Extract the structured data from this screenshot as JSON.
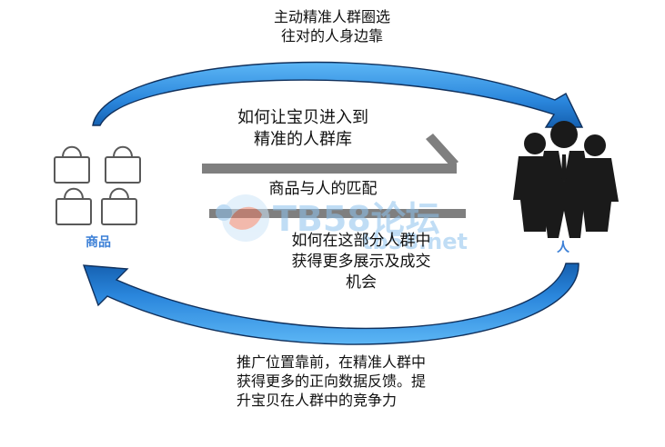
{
  "top_note": [
    "主动精准人群圈选",
    "往对的人身边靠"
  ],
  "goal": [
    "如何让宝贝进入到",
    "精准的人群库"
  ],
  "match_label": "商品与人的匹配",
  "question": [
    "如何在这部分人群中",
    "获得更多展示及成交",
    "机会"
  ],
  "bottom_note": [
    "推广位置靠前，在精准人群中",
    "获得更多的正向数据反馈。提",
    "升宝贝在人群中的竞争力"
  ],
  "left_label": "商品",
  "right_label": "人",
  "watermark": {
    "main": "TB58论坛",
    "sub": "tb58.net"
  },
  "colors": {
    "arrow_blue": "#2f8fe0",
    "arrow_dark": "#10305c",
    "bar_gray": "#7f7f7f",
    "label_blue": "#3b7fd6"
  },
  "icons": {
    "left": "shopping-bag-icon",
    "right": "people-group-icon"
  }
}
